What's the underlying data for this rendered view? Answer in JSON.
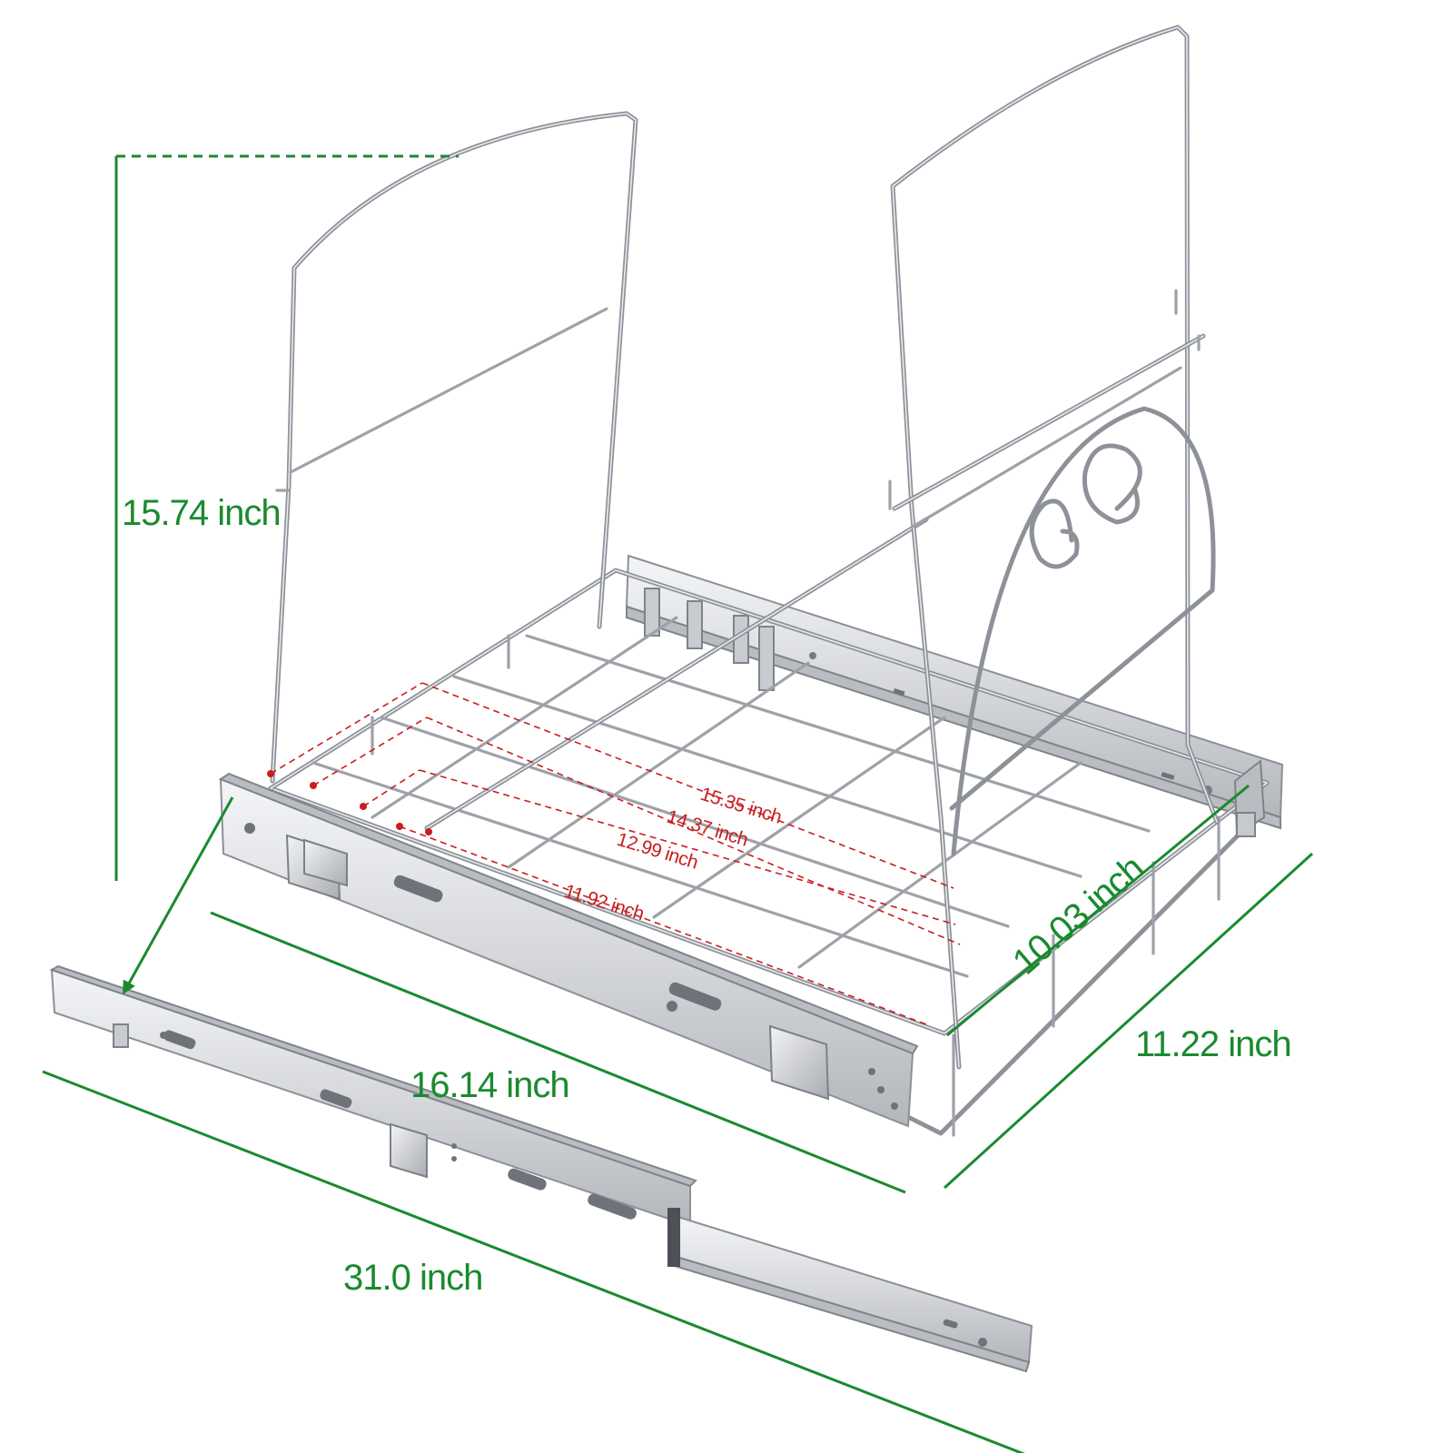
{
  "dimensions": {
    "height": "15.74 inch",
    "depth": "16.14 inch",
    "width": "11.22 inch",
    "inner_width": "10.03 inch",
    "slide_extended": "31.0 inch"
  },
  "inner_lengths": {
    "l1": "15.35 inch",
    "l2": "14.37 inch",
    "l3": "12.99 inch",
    "l4": "11.92 inch"
  },
  "colors": {
    "dimension_green": "#1a8a2e",
    "inner_red": "#c81e1e",
    "chrome": "#8d9198"
  }
}
